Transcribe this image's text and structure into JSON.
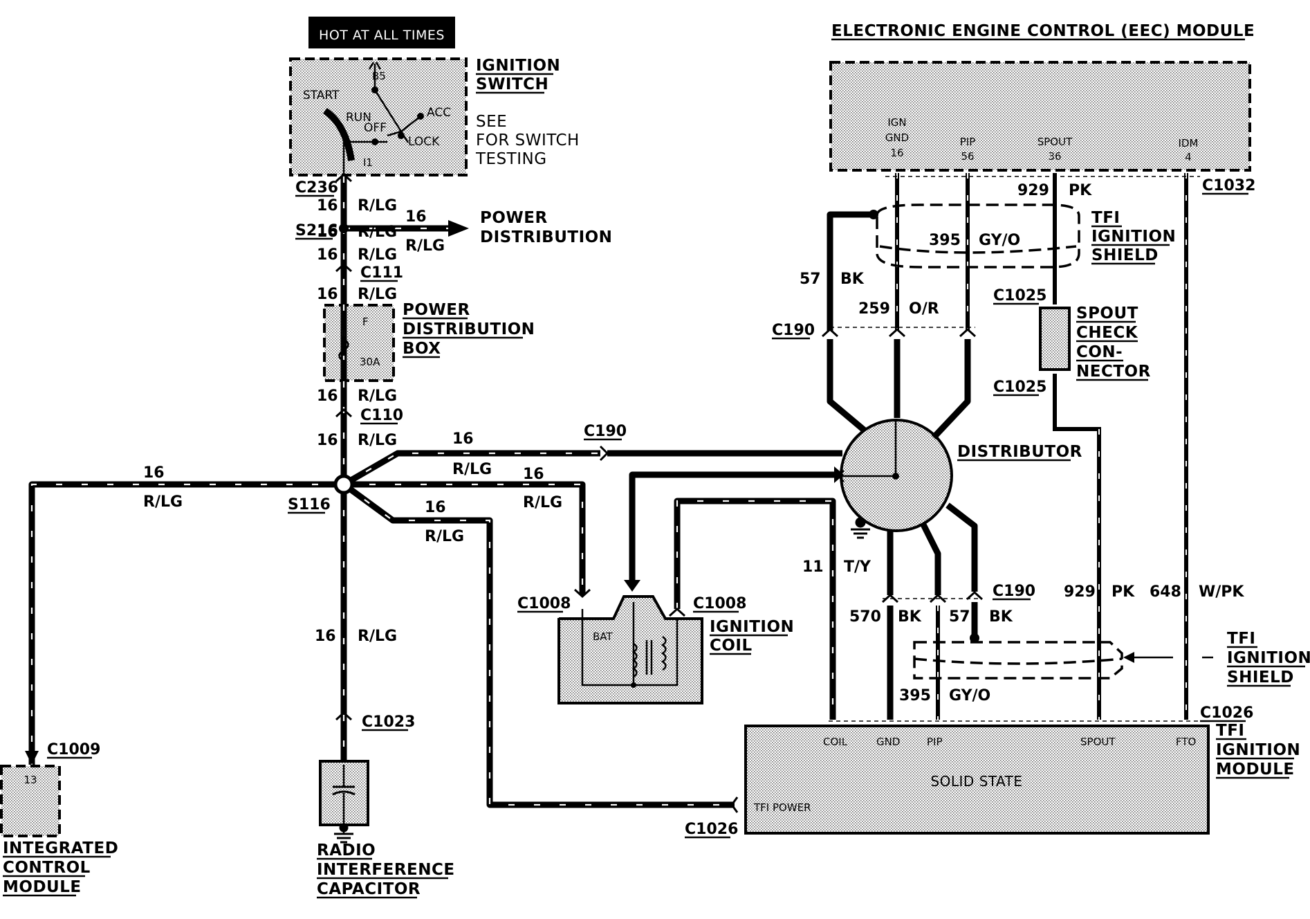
{
  "labels": {
    "hot_at_all_times": "HOT AT ALL TIMES",
    "eec_module": "ELECTRONIC ENGINE CONTROL (EEC) MODULE",
    "ignition_switch_1": "IGNITION",
    "ignition_switch_2": "SWITCH",
    "see_1": "SEE",
    "see_2": "FOR SWITCH",
    "see_3": "TESTING",
    "power_distribution_1": "POWER",
    "power_distribution_2": "DISTRIBUTION",
    "pdb_1": "POWER",
    "pdb_2": "DISTRIBUTION",
    "pdb_3": "BOX",
    "tfi_shield_top_1": "TFI",
    "tfi_shield_top_2": "IGNITION",
    "tfi_shield_top_3": "SHIELD",
    "spout_1": "SPOUT",
    "spout_2": "CHECK",
    "spout_3": "CON-",
    "spout_4": "NECTOR",
    "distributor": "DISTRIBUTOR",
    "ignition_coil_1": "IGNITION",
    "ignition_coil_2": "COIL",
    "tfi_shield_bot_1": "TFI",
    "tfi_shield_bot_2": "IGNITION",
    "tfi_shield_bot_3": "SHIELD",
    "tfi_module_1": "TFI",
    "tfi_module_2": "IGNITION",
    "tfi_module_3": "MODULE",
    "solid_state": "SOLID STATE",
    "icm_1": "INTEGRATED",
    "icm_2": "CONTROL",
    "icm_3": "MODULE",
    "rad_1": "RADIO",
    "rad_2": "INTERFERENCE",
    "rad_3": "CAPACITOR"
  },
  "switch_terms": {
    "b5": "B5",
    "start": "START",
    "run": "RUN",
    "off": "OFF",
    "acc": "ACC",
    "lock": "LOCK",
    "i1": "I1"
  },
  "eec_pins": {
    "ign_gnd_1": "IGN",
    "ign_gnd_2": "GND",
    "ign_gnd_n": "16",
    "pip": "PIP",
    "pip_n": "56",
    "spout": "SPOUT",
    "spout_n": "36",
    "idm": "IDM",
    "idm_n": "4"
  },
  "module_pins": {
    "coil": "COIL",
    "gnd": "GND",
    "pip": "PIP",
    "spout": "SPOUT",
    "fto": "FTO",
    "tfi_power": "TFI POWER"
  },
  "pdb_terms": {
    "f": "F",
    "amps": "30A"
  },
  "coil_terms": {
    "bat": "BAT"
  },
  "icm_pin": "13",
  "connectors": {
    "c236": "C236",
    "s216": "S216",
    "c111": "C111",
    "c110": "C110",
    "s116": "S116",
    "c1009": "C1009",
    "c1023": "C1023",
    "c190_a": "C190",
    "c190_b": "C190",
    "c190_c": "C190",
    "c1008_a": "C1008",
    "c1008_b": "C1008",
    "c1026_a": "C1026",
    "c1026_b": "C1026",
    "c1032": "C1032",
    "c1025_a": "C1025",
    "c1025_b": "C1025"
  },
  "wires": {
    "g1": "16",
    "c1": "R/LG",
    "g2": "16",
    "c2": "R/LG",
    "g3": "16",
    "c3": "R/LG",
    "g4": "16",
    "c4": "R/LG",
    "g5": "16",
    "c5": "R/LG",
    "g6": "16",
    "c6": "R/LG",
    "g7": "16",
    "c7": "R/LG",
    "g8": "16",
    "c8": "R/LG",
    "g9": "16",
    "c9": "R/LG",
    "g10": "16",
    "c10": "R/LG",
    "g11": "16",
    "c11": "R/LG",
    "g12": "16",
    "c12": "R/LG",
    "n929_a": "929",
    "pk_a": "PK",
    "n395_a": "395",
    "gyo_a": "GY/O",
    "n57_a": "57",
    "bk_a": "BK",
    "n259": "259",
    "or": "O/R",
    "n11": "11",
    "ty": "T/Y",
    "n570": "570",
    "bk_b": "BK",
    "n57_b": "57",
    "bk_c": "BK",
    "n929_b": "929",
    "pk_b": "PK",
    "n648": "648",
    "wpk": "W/PK",
    "n395_b": "395",
    "gyo_b": "GY/O"
  }
}
